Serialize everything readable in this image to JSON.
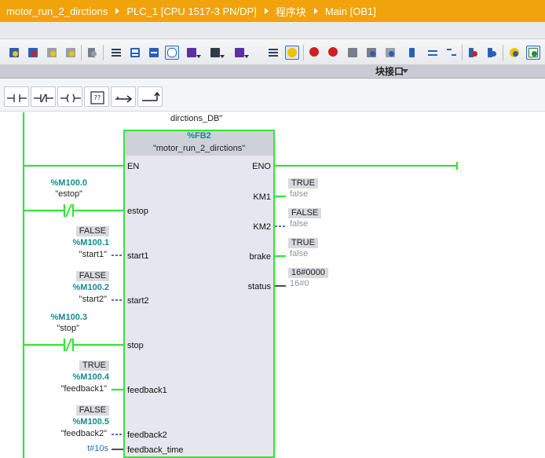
{
  "breadcrumb": {
    "project": "motor_run_2_dirctions",
    "device": "PLC_1 [CPU 1517-3 PN/DP]",
    "folder": "程序块",
    "block": "Main [OB1]"
  },
  "interface_bar": {
    "label": "块接口"
  },
  "toolbar": {
    "icons": [
      "insert-network-icon",
      "delete-network-icon",
      "insert-row-icon",
      "append-row-icon",
      "monitor-icon",
      "network-view-icon",
      "absolute-address-icon",
      "symbol-info-icon",
      "comment-icon",
      "favorites-icon",
      "call-block-icon",
      "open-block-icon",
      "highlight-icon",
      "list-icon",
      "go-to-icon",
      "compare-icon",
      "refresh-icon",
      "undo-icon",
      "block-icon",
      "wizard-icon",
      "monitor-on-icon"
    ],
    "colors": {
      "active_border": "#3a6fb0"
    }
  },
  "lad_instructions": {
    "items": [
      {
        "name": "no-contact-icon",
        "label": ""
      },
      {
        "name": "nc-contact-icon",
        "label": ""
      },
      {
        "name": "coil-icon",
        "label": ""
      },
      {
        "name": "empty-box-icon",
        "label": "??"
      },
      {
        "name": "open-branch-icon",
        "label": ""
      },
      {
        "name": "close-branch-icon",
        "label": ""
      }
    ]
  },
  "editor": {
    "instance_db": "dirctions_DB\"",
    "fb": {
      "number": "%FB2",
      "name": "\"motor_run_2_dirctions\"",
      "en": "EN",
      "eno": "ENO"
    },
    "inputs": [
      {
        "pin": "estop",
        "addr": "%M100.0",
        "symbol": "\"estop\"",
        "value": ""
      },
      {
        "pin": "start1",
        "addr": "%M100.1",
        "symbol": "\"start1\"",
        "value": "FALSE"
      },
      {
        "pin": "start2",
        "addr": "%M100.2",
        "symbol": "\"start2\"",
        "value": "FALSE"
      },
      {
        "pin": "stop",
        "addr": "%M100.3",
        "symbol": "\"stop\"",
        "value": ""
      },
      {
        "pin": "feedback1",
        "addr": "%M100.4",
        "symbol": "\"feedback1\"",
        "value": "TRUE"
      },
      {
        "pin": "feedback2",
        "addr": "%M100.5",
        "symbol": "\"feedback2\"",
        "value": "FALSE"
      },
      {
        "pin": "feedback_time",
        "addr": "t#10s",
        "symbol": "",
        "value": ""
      }
    ],
    "outputs": [
      {
        "pin": "KM1",
        "value": "TRUE",
        "actual": "false"
      },
      {
        "pin": "KM2",
        "value": "FALSE",
        "actual": "false"
      },
      {
        "pin": "brake",
        "value": "TRUE",
        "actual": "false"
      },
      {
        "pin": "status",
        "value": "16#0000",
        "actual": "16#0"
      }
    ],
    "colors": {
      "powerflow": "#36e23a",
      "address": "#128b8f",
      "dashed": "#1b3fa8",
      "value_bg": "#d8dadd"
    }
  }
}
